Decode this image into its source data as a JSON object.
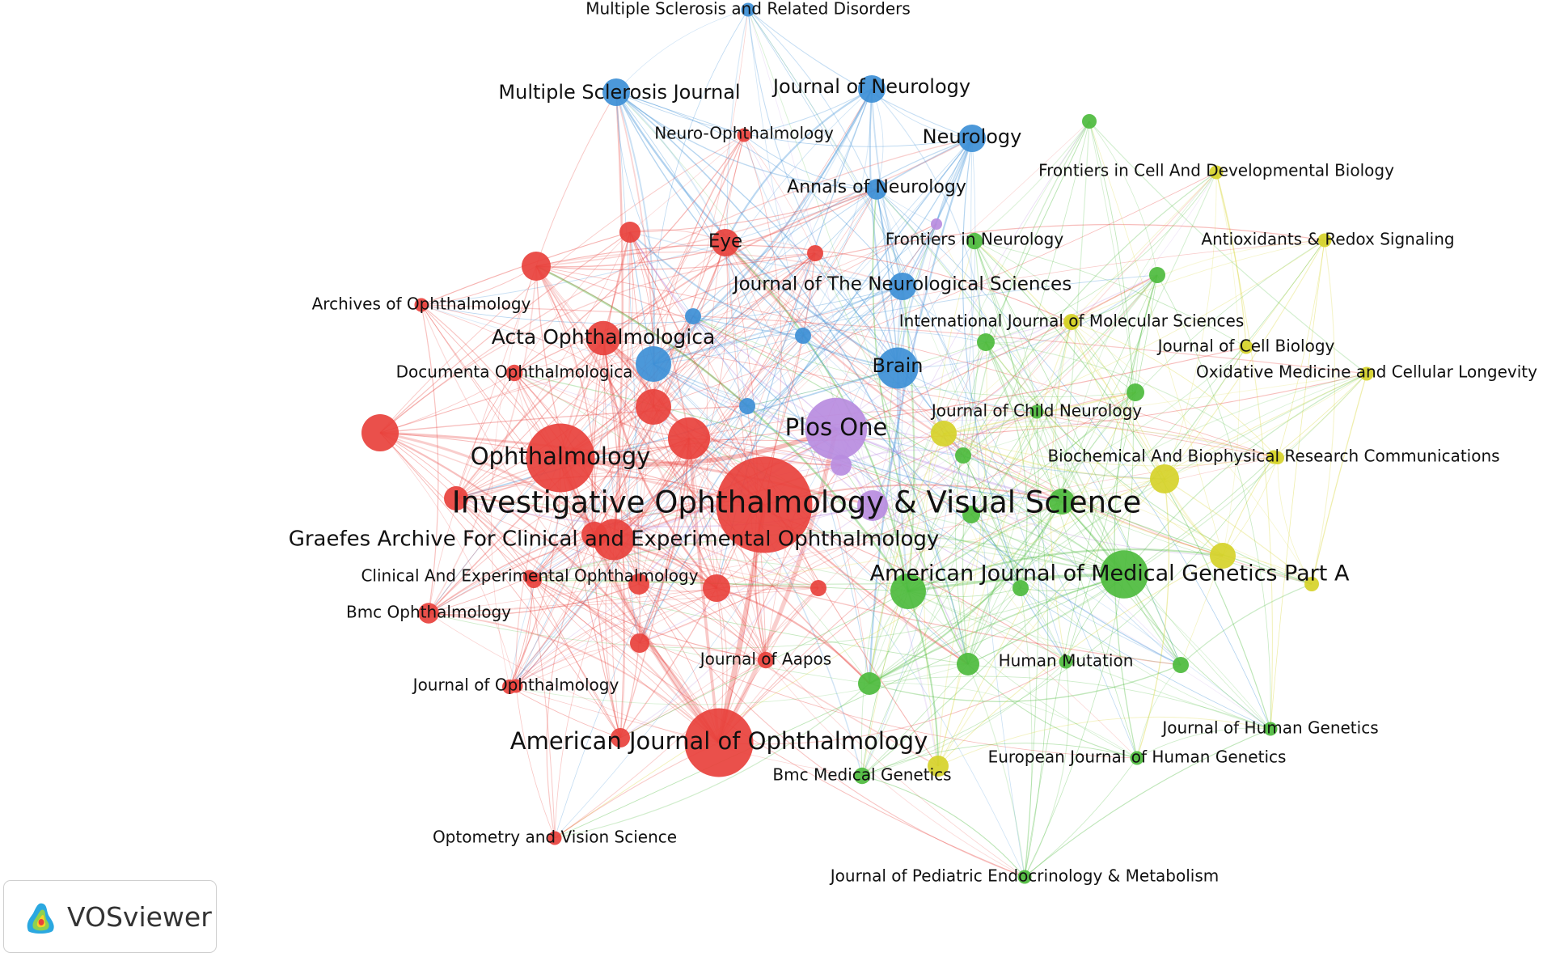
{
  "brand": {
    "name": "VOSviewer",
    "logo_icon": "vosviewer-logo-icon"
  },
  "cluster_colors": {
    "red": "#e8413c",
    "blue": "#3d8fd6",
    "green": "#4dbb3d",
    "yellow": "#d6d32a",
    "purple": "#b98ce0"
  },
  "nodes": [
    {
      "id": "msrd",
      "label": "Multiple Sclerosis and Related Disorders",
      "cluster": "blue",
      "weight": 1
    },
    {
      "id": "msj",
      "label": "Multiple Sclerosis Journal",
      "cluster": "blue",
      "weight": 2
    },
    {
      "id": "jneurol",
      "label": "Journal of Neurology",
      "cluster": "blue",
      "weight": 2
    },
    {
      "id": "neuroophth",
      "label": "Neuro-Ophthalmology",
      "cluster": "red",
      "weight": 1
    },
    {
      "id": "neurology",
      "label": "Neurology",
      "cluster": "blue",
      "weight": 2
    },
    {
      "id": "annneurol",
      "label": "Annals of Neurology",
      "cluster": "blue",
      "weight": 1.5
    },
    {
      "id": "fcdb",
      "label": "Frontiers in Cell And Developmental Biology",
      "cluster": "yellow",
      "weight": 1
    },
    {
      "id": "eye",
      "label": "Eye",
      "cluster": "red",
      "weight": 2
    },
    {
      "id": "frontneurol",
      "label": "Frontiers in Neurology",
      "cluster": "green",
      "weight": 1.2
    },
    {
      "id": "ars",
      "label": "Antioxidants & Redox Signaling",
      "cluster": "yellow",
      "weight": 1
    },
    {
      "id": "archophth",
      "label": "Archives of Ophthalmology",
      "cluster": "red",
      "weight": 1
    },
    {
      "id": "jns",
      "label": "Journal of The Neurological Sciences",
      "cluster": "blue",
      "weight": 2
    },
    {
      "id": "ijms",
      "label": "International Journal of Molecular Sciences",
      "cluster": "yellow",
      "weight": 1
    },
    {
      "id": "actaophth",
      "label": "Acta Ophthalmologica",
      "cluster": "red",
      "weight": 2.5
    },
    {
      "id": "jcb",
      "label": "Journal of Cell Biology",
      "cluster": "yellow",
      "weight": 1
    },
    {
      "id": "brain",
      "label": "Brain",
      "cluster": "blue",
      "weight": 3
    },
    {
      "id": "docophth",
      "label": "Documenta Ophthalmologica",
      "cluster": "red",
      "weight": 1.2
    },
    {
      "id": "omcl",
      "label": "Oxidative Medicine and Cellular Longevity",
      "cluster": "yellow",
      "weight": 1
    },
    {
      "id": "plosone",
      "label": "Plos One",
      "cluster": "purple",
      "weight": 4.5
    },
    {
      "id": "jcn",
      "label": "Journal of Child Neurology",
      "cluster": "green",
      "weight": 1
    },
    {
      "id": "ophthalmology",
      "label": "Ophthalmology",
      "cluster": "red",
      "weight": 5
    },
    {
      "id": "bbrc",
      "label": "Biochemical And Biophysical Research Communications",
      "cluster": "yellow",
      "weight": 1
    },
    {
      "id": "iovs",
      "label": "Investigative Ophthalmology & Visual Science",
      "cluster": "red",
      "weight": 7
    },
    {
      "id": "graefes",
      "label": "Graefes Archive For Clinical and Experimental Ophthalmology",
      "cluster": "red",
      "weight": 3
    },
    {
      "id": "ajmga",
      "label": "American Journal of Medical Genetics Part A",
      "cluster": "green",
      "weight": 3.5
    },
    {
      "id": "ceo",
      "label": "Clinical And Experimental Ophthalmology",
      "cluster": "red",
      "weight": 1
    },
    {
      "id": "bmcophth",
      "label": "Bmc Ophthalmology",
      "cluster": "red",
      "weight": 1.5
    },
    {
      "id": "jaapos",
      "label": "Journal of Aapos",
      "cluster": "red",
      "weight": 1.2
    },
    {
      "id": "humut",
      "label": "Human Mutation",
      "cluster": "green",
      "weight": 1
    },
    {
      "id": "jophth",
      "label": "Journal of Ophthalmology",
      "cluster": "red",
      "weight": 1
    },
    {
      "id": "jhg",
      "label": "Journal of Human Genetics",
      "cluster": "green",
      "weight": 1
    },
    {
      "id": "ajo",
      "label": "American Journal of Ophthalmology",
      "cluster": "red",
      "weight": 5
    },
    {
      "id": "ejhg",
      "label": "European Journal of Human Genetics",
      "cluster": "green",
      "weight": 1
    },
    {
      "id": "bmcmg",
      "label": "Bmc Medical Genetics",
      "cluster": "green",
      "weight": 1.2
    },
    {
      "id": "ovs",
      "label": "Optometry and Vision Science",
      "cluster": "red",
      "weight": 1
    },
    {
      "id": "jpem",
      "label": "Journal of Pediatric Endocrinology & Metabolism",
      "cluster": "green",
      "weight": 1
    }
  ]
}
